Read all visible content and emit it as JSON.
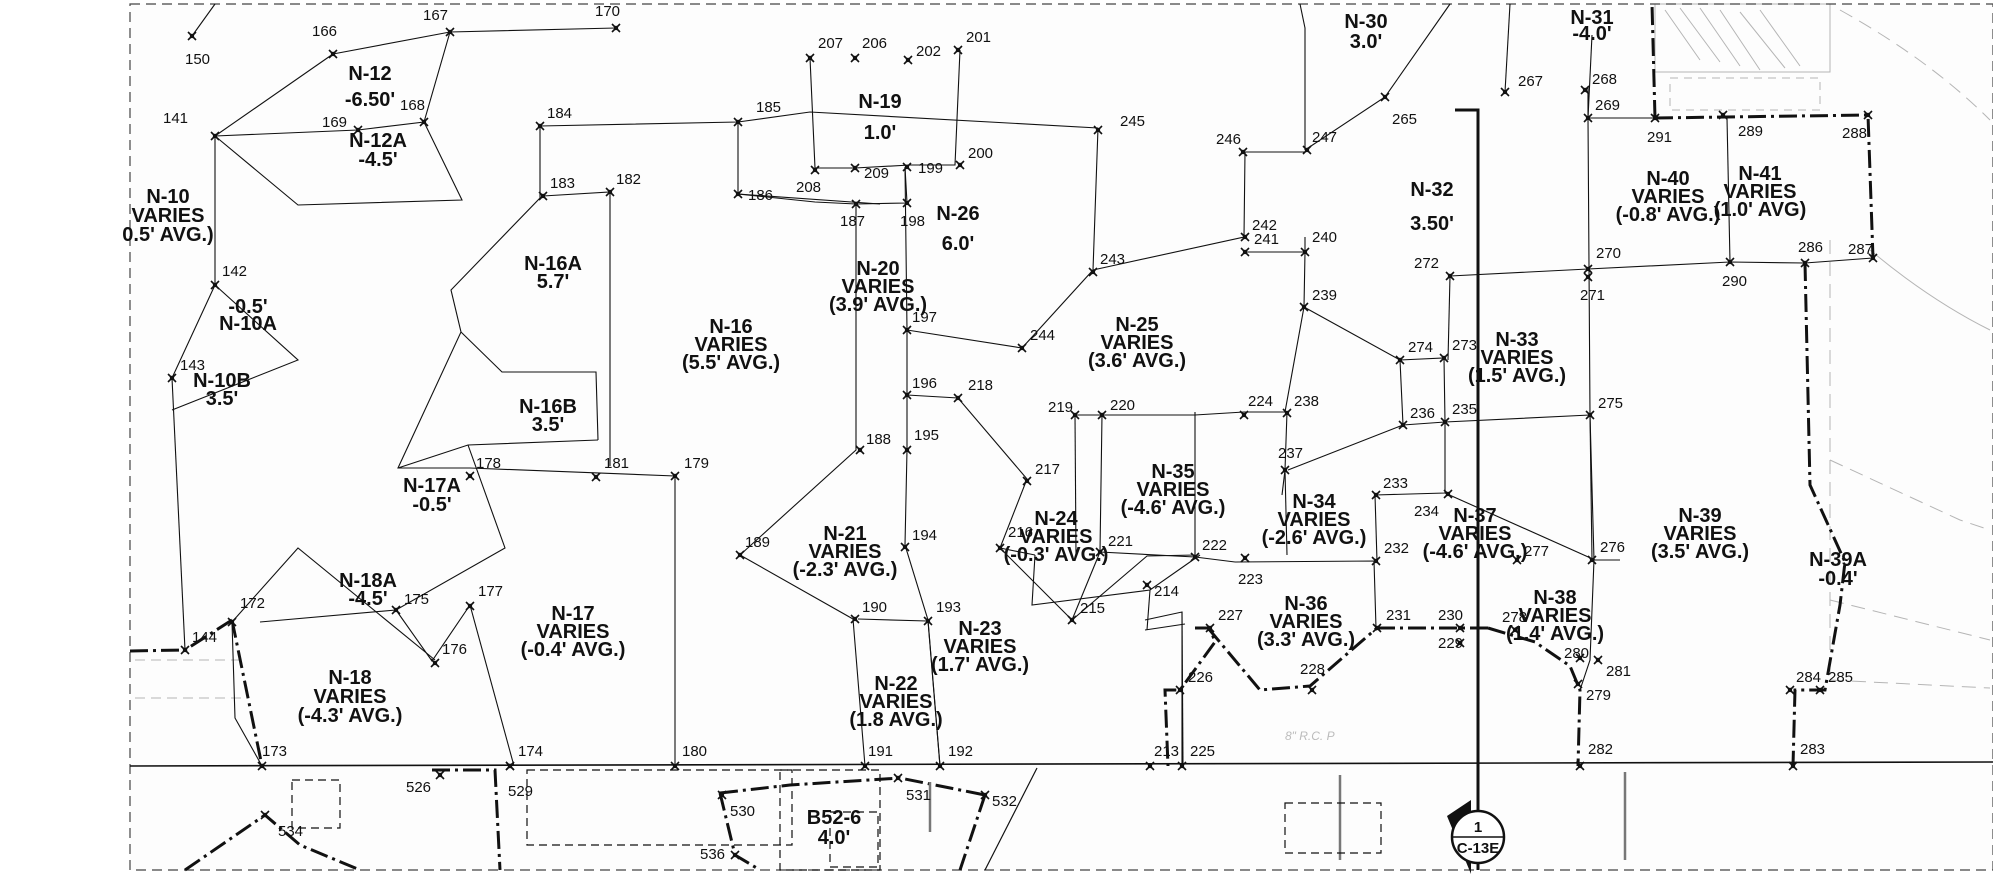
{
  "colors": {
    "line": "#111111",
    "background": "#fdfdfd",
    "faint": "#b5b5b5"
  },
  "zones": [
    {
      "id": "n30",
      "lines": [
        "N-30",
        "3.0'"
      ]
    },
    {
      "id": "n31",
      "lines": [
        "N-31",
        "-4.0'"
      ]
    },
    {
      "id": "n12",
      "lines": [
        "N-12",
        "-6.50'"
      ]
    },
    {
      "id": "n12a",
      "lines": [
        "N-12A",
        "-4.5'"
      ]
    },
    {
      "id": "n19",
      "lines": [
        "N-19",
        "1.0'"
      ]
    },
    {
      "id": "n26",
      "lines": [
        "N-26",
        "6.0'"
      ]
    },
    {
      "id": "n32",
      "lines": [
        "N-32",
        "3.50'"
      ]
    },
    {
      "id": "n40",
      "lines": [
        "N-40",
        "VARIES",
        "(-0.8' AVG.)"
      ]
    },
    {
      "id": "n41",
      "lines": [
        "N-41",
        "VARIES",
        "(1.0' AVG)"
      ]
    },
    {
      "id": "n10",
      "lines": [
        "N-10",
        "VARIES",
        "0.5' AVG.)"
      ]
    },
    {
      "id": "n10a",
      "lines": [
        "-0.5'",
        "N-10A"
      ]
    },
    {
      "id": "n10b",
      "lines": [
        "N-10B",
        "3.5'"
      ]
    },
    {
      "id": "n16a",
      "lines": [
        "N-16A",
        "5.7'"
      ]
    },
    {
      "id": "n16b",
      "lines": [
        "N-16B",
        "3.5'"
      ]
    },
    {
      "id": "n16",
      "lines": [
        "N-16",
        "VARIES",
        "(5.5' AVG.)"
      ]
    },
    {
      "id": "n20",
      "lines": [
        "N-20",
        "VARIES",
        "(3.9' AVG.)"
      ]
    },
    {
      "id": "n25",
      "lines": [
        "N-25",
        "VARIES",
        "(3.6' AVG.)"
      ]
    },
    {
      "id": "n33",
      "lines": [
        "N-33",
        "VARIES",
        "(1.5' AVG.)"
      ]
    },
    {
      "id": "n17a",
      "lines": [
        "N-17A",
        "-0.5'"
      ]
    },
    {
      "id": "n18a",
      "lines": [
        "N-18A",
        "-4.5'"
      ]
    },
    {
      "id": "n17",
      "lines": [
        "N-17",
        "VARIES",
        "(-0.4' AVG.)"
      ]
    },
    {
      "id": "n18",
      "lines": [
        "N-18",
        "VARIES",
        "(-4.3' AVG.)"
      ]
    },
    {
      "id": "n21",
      "lines": [
        "N-21",
        "VARIES",
        "(-2.3' AVG.)"
      ]
    },
    {
      "id": "n24",
      "lines": [
        "N-24",
        "VARIES",
        "(-0.3' AVG.)"
      ]
    },
    {
      "id": "n35",
      "lines": [
        "N-35",
        "VARIES",
        "(-4.6' AVG.)"
      ]
    },
    {
      "id": "n34",
      "lines": [
        "N-34",
        "VARIES",
        "(-2.6' AVG.)"
      ]
    },
    {
      "id": "n37",
      "lines": [
        "N-37",
        "VARIES",
        "(-4.6' AVG.)"
      ]
    },
    {
      "id": "n39",
      "lines": [
        "N-39",
        "VARIES",
        "(3.5' AVG.)"
      ]
    },
    {
      "id": "n39a",
      "lines": [
        "N-39A",
        "-0.4'"
      ]
    },
    {
      "id": "n36",
      "lines": [
        "N-36",
        "VARIES",
        "(3.3' AVG.)"
      ]
    },
    {
      "id": "n38",
      "lines": [
        "N-38",
        "VARIES",
        "(1.4' AVG.)"
      ]
    },
    {
      "id": "n23",
      "lines": [
        "N-23",
        "VARIES",
        "(1.7' AVG.)"
      ]
    },
    {
      "id": "n22",
      "lines": [
        "N-22",
        "VARIES",
        "(1.8 AVG.)"
      ]
    },
    {
      "id": "b52",
      "lines": [
        "B52-6",
        "4.0'"
      ]
    }
  ],
  "nodes": [
    "150",
    "166",
    "167",
    "170",
    "207",
    "206",
    "202",
    "201",
    "141",
    "169",
    "168",
    "184",
    "185",
    "245",
    "267",
    "268",
    "269",
    "291",
    "289",
    "288",
    "183",
    "182",
    "186",
    "208",
    "209",
    "199",
    "200",
    "187",
    "198",
    "246",
    "247",
    "265",
    "142",
    "143",
    "242",
    "241",
    "240",
    "243",
    "272",
    "270",
    "271",
    "290",
    "286",
    "287",
    "197",
    "244",
    "239",
    "274",
    "273",
    "196",
    "218",
    "219",
    "220",
    "224",
    "238",
    "275",
    "236",
    "235",
    "178",
    "181",
    "179",
    "188",
    "195",
    "237",
    "217",
    "233",
    "234",
    "189",
    "194",
    "216",
    "221",
    "222",
    "232",
    "277",
    "276",
    "172",
    "175",
    "177",
    "144",
    "176",
    "214",
    "223",
    "215",
    "227",
    "231",
    "230",
    "278",
    "229",
    "228",
    "226",
    "280",
    "281",
    "279",
    "190",
    "193",
    "173",
    "174",
    "180",
    "191",
    "192",
    "213",
    "225",
    "282",
    "284",
    "285",
    "283",
    "526",
    "529",
    "531",
    "532",
    "530",
    "536",
    "534"
  ],
  "callout": {
    "number": "1",
    "sheet": "C-13E"
  },
  "faint_notes": {
    "pipe": "8\" R.C. P"
  }
}
